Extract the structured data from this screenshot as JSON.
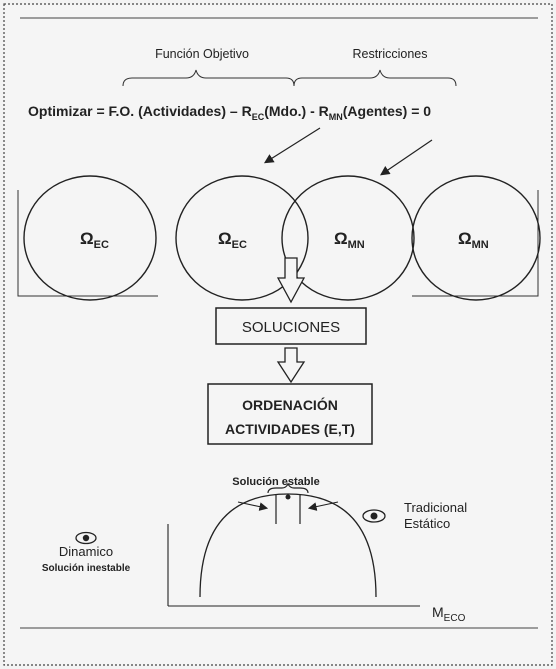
{
  "labels": {
    "funcion_objetivo": "Función Objetivo",
    "restricciones": "Restricciones"
  },
  "equation": {
    "optimizar": "Optimizar = ",
    "fo": "F.O. (Actividades) – ",
    "r1": "R",
    "r1_sub": "EC",
    "r1_arg": "(Mdo.) - ",
    "r2": "R",
    "r2_sub": "MN",
    "r2_arg": "(Agentes) = 0"
  },
  "sets": {
    "c1": {
      "omega": "Ω",
      "sub": "EC"
    },
    "c2": {
      "omega": "Ω",
      "sub": "EC"
    },
    "c3": {
      "omega": "Ω",
      "sub": "MN"
    },
    "c4": {
      "omega": "Ω",
      "sub": "MN"
    }
  },
  "boxes": {
    "soluciones": "SOLUCIONES",
    "ordenacion_1": "ORDENACIÓN",
    "ordenacion_2": "ACTIVIDADES (E,T)"
  },
  "bottom": {
    "solucion_estable": "Solución estable",
    "tradicional": "Tradicional",
    "estatico": "Estático",
    "dinamico": "Dinamico",
    "solucion_inestable": "Solución inestable",
    "m_label": "M",
    "m_sub": "ECO"
  },
  "icons": [
    "eye-icon-tradicional",
    "eye-icon-dinamico"
  ]
}
